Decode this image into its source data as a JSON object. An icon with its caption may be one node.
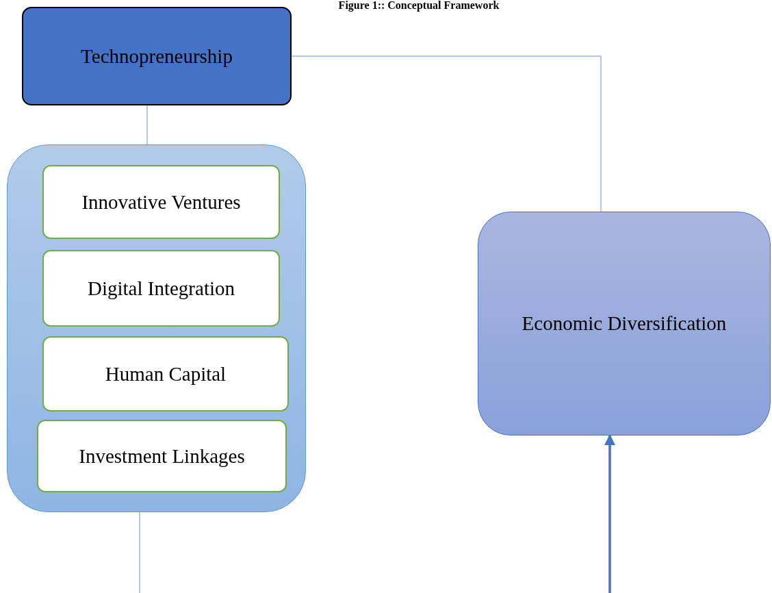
{
  "diagram": {
    "title": "Figure 1:: Conceptual Framework",
    "nodes": [
      {
        "text": [
          "Technopreneurship"
        ]
      },
      {
        "text": [],
        "shape": "box"
      },
      {
        "text": [
          "Innovative Ventures"
        ],
        "in": 1
      },
      {
        "text": [
          "Digital Integration"
        ],
        "in": 1
      },
      {
        "text": [
          "Human Capital"
        ],
        "in": 1
      },
      {
        "text": [
          "Investment Linkages"
        ],
        "in": 1
      },
      {
        "text": [
          "Economic Diversification"
        ]
      }
    ],
    "edges": [
      {
        "from": 0,
        "to": 1,
        "arrow": "none"
      },
      {
        "from": 0,
        "to": 6,
        "arrow": "none"
      },
      {
        "from": 1,
        "to": null,
        "arrow": "none"
      },
      {
        "from": null,
        "to": 6,
        "arrow": "to",
        "style": "thick"
      }
    ]
  }
}
